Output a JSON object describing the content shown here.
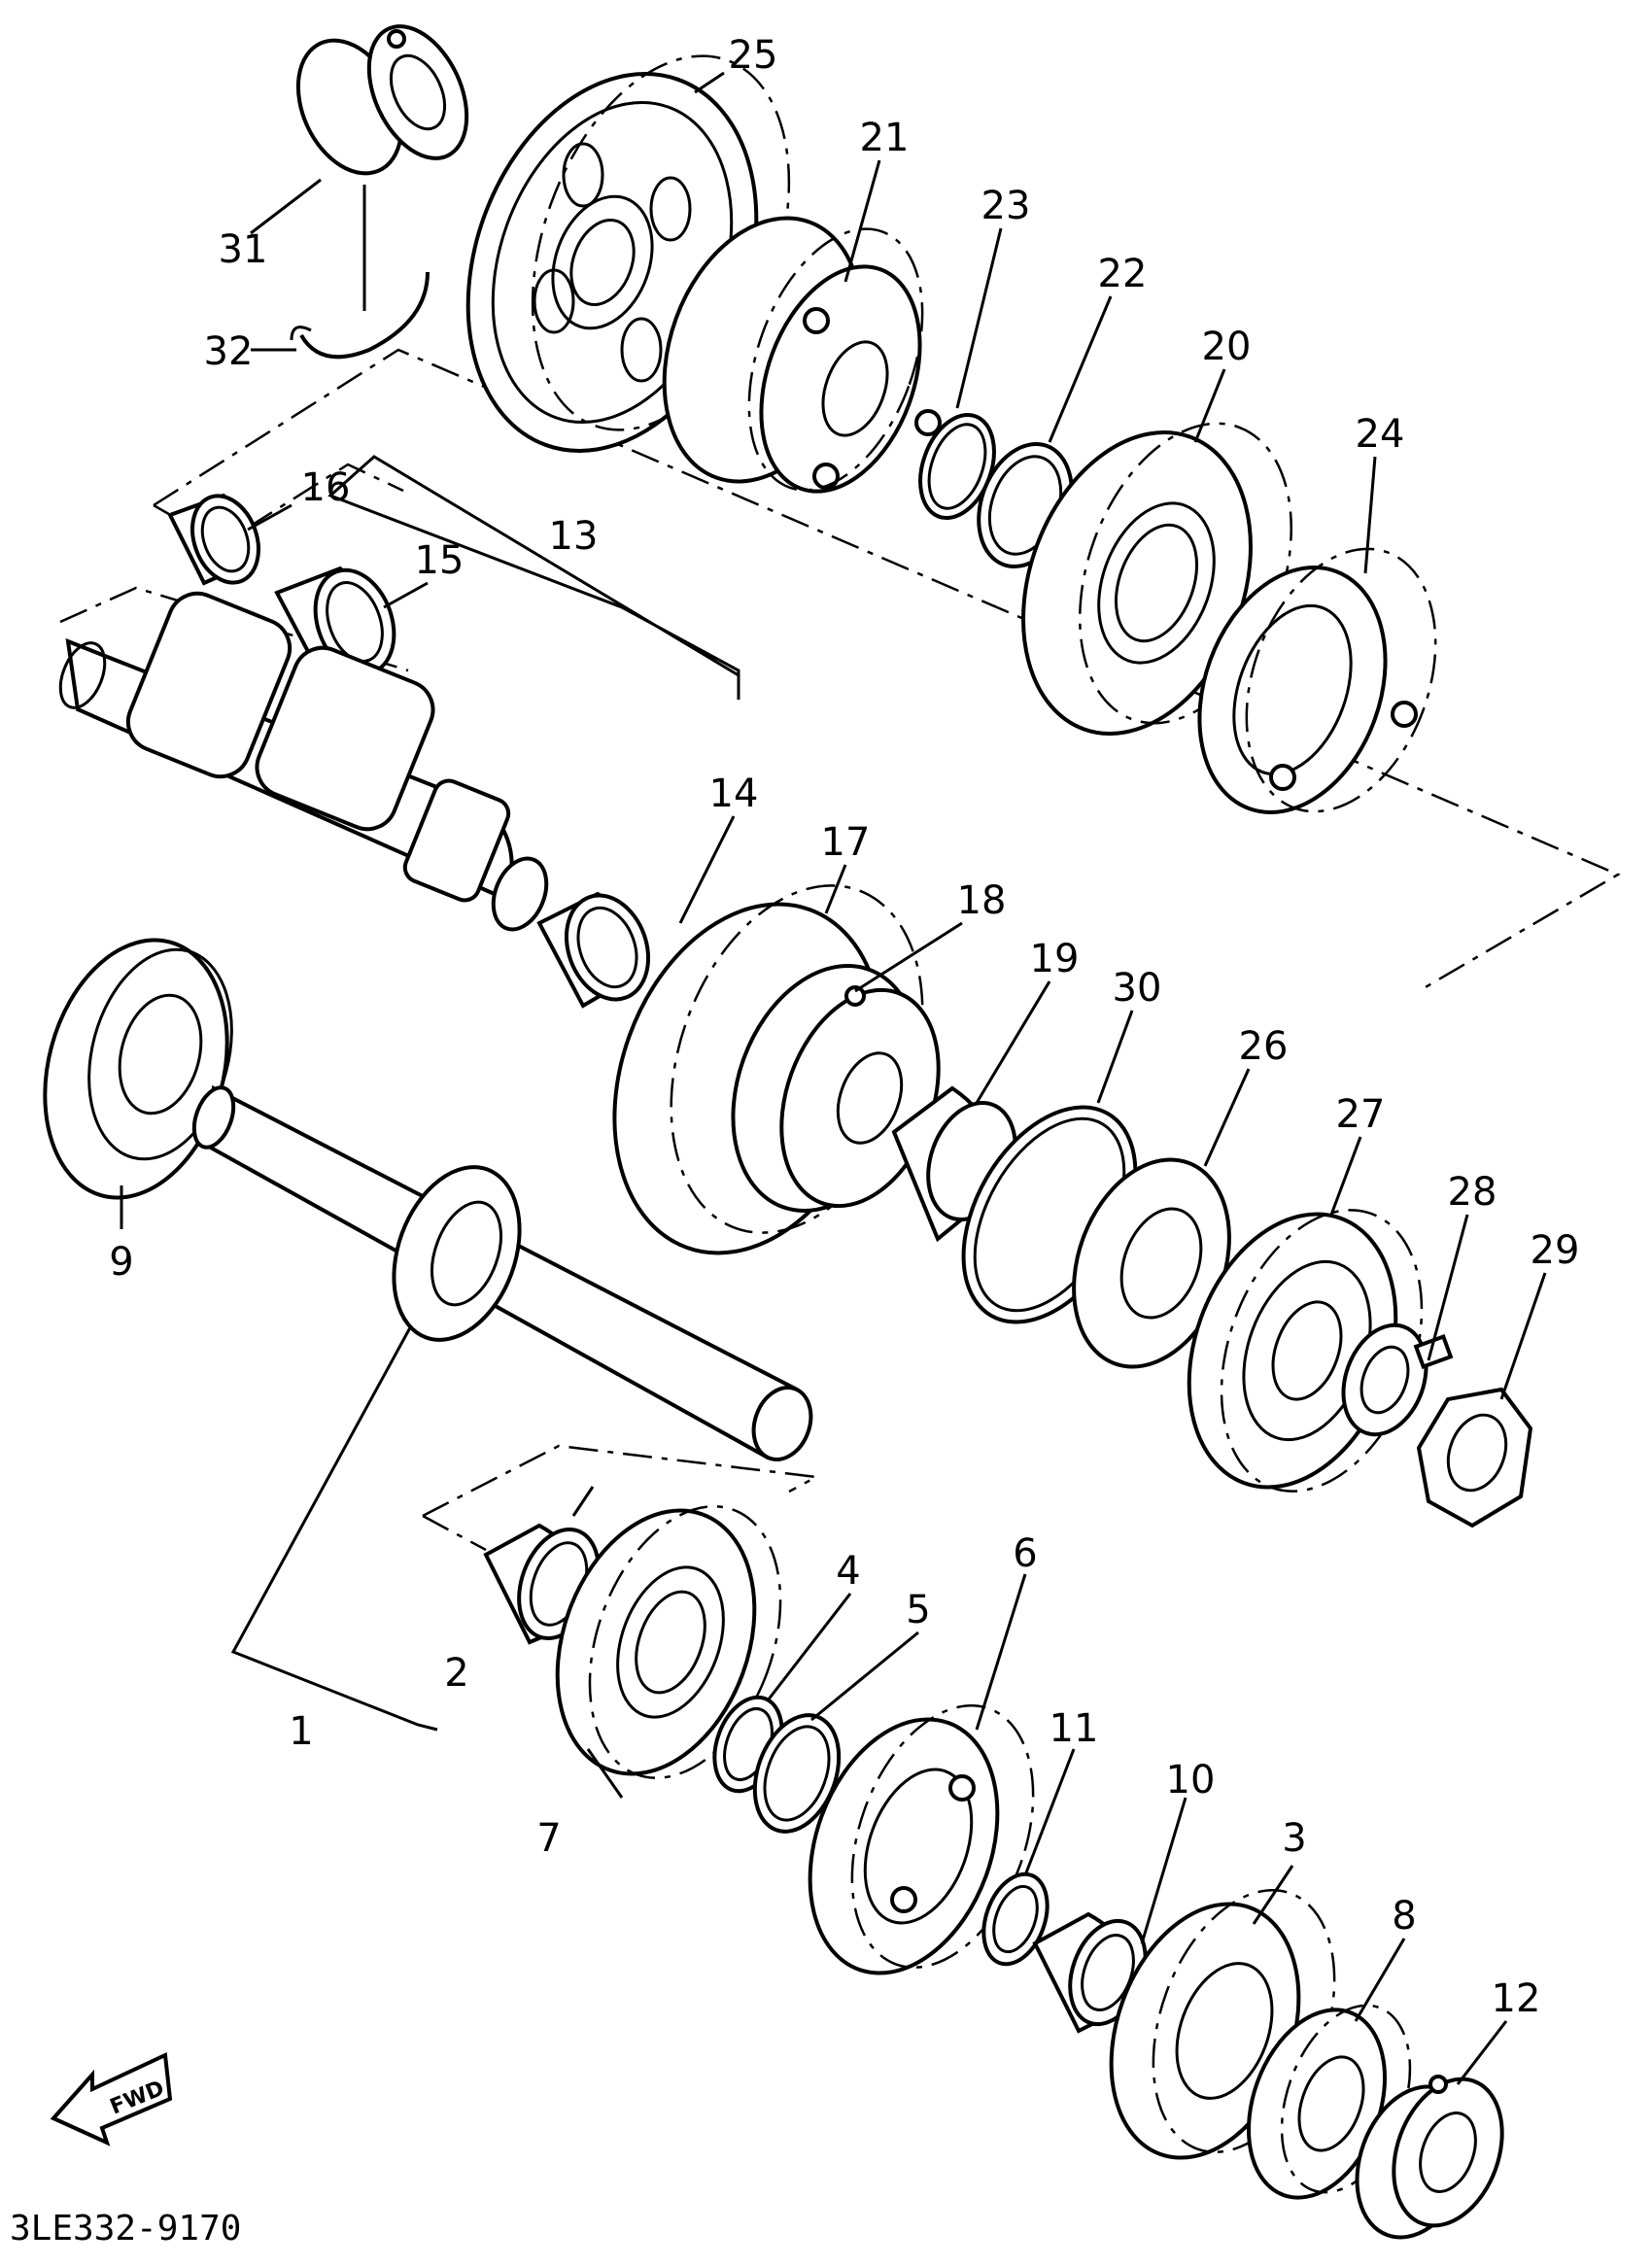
{
  "callouts": [
    {
      "n": "1"
    },
    {
      "n": "2"
    },
    {
      "n": "3"
    },
    {
      "n": "4"
    },
    {
      "n": "5"
    },
    {
      "n": "6"
    },
    {
      "n": "7"
    },
    {
      "n": "8"
    },
    {
      "n": "9"
    },
    {
      "n": "10"
    },
    {
      "n": "11"
    },
    {
      "n": "12"
    },
    {
      "n": "13"
    },
    {
      "n": "14"
    },
    {
      "n": "15"
    },
    {
      "n": "16"
    },
    {
      "n": "17"
    },
    {
      "n": "18"
    },
    {
      "n": "19"
    },
    {
      "n": "20"
    },
    {
      "n": "21"
    },
    {
      "n": "22"
    },
    {
      "n": "23"
    },
    {
      "n": "24"
    },
    {
      "n": "25"
    },
    {
      "n": "26"
    },
    {
      "n": "27"
    },
    {
      "n": "28"
    },
    {
      "n": "29"
    },
    {
      "n": "30"
    },
    {
      "n": "31"
    },
    {
      "n": "32"
    }
  ],
  "fwd_label": "FWD",
  "diagram_code": "3LE332-9170"
}
